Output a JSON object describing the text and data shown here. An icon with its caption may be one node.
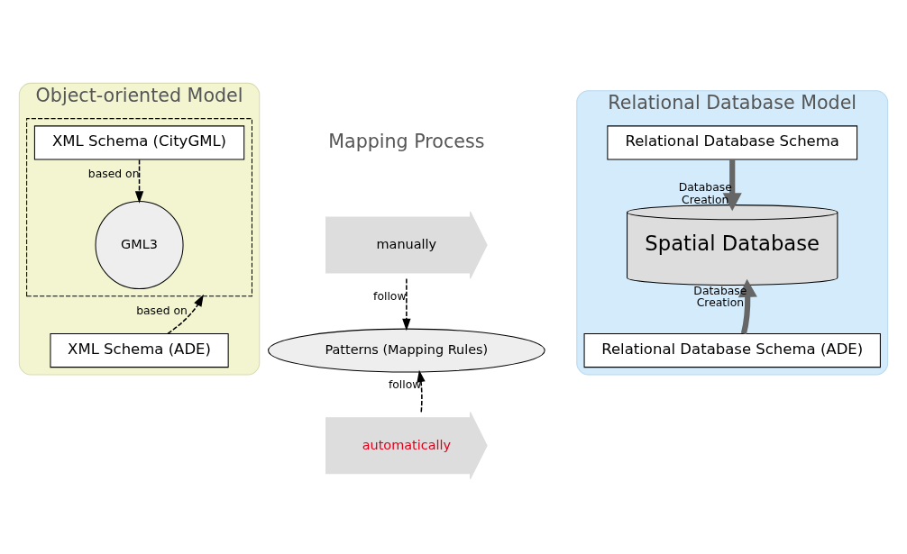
{
  "diagram": {
    "nodes": [
      {
        "text": [
          "Object-oriented Model"
        ]
      },
      {
        "text": [],
        "shape": "box",
        "in": 0
      },
      {
        "text": [
          "XML Schema (CityGML)"
        ],
        "in": 1
      },
      {
        "text": [
          "GML3"
        ],
        "in": 1
      },
      {
        "text": [
          "XML Schema (ADE)"
        ],
        "in": 0
      },
      {
        "text": [
          "manually"
        ]
      },
      {
        "text": [
          "Patterns (Mapping Rules)"
        ]
      },
      {
        "text": [
          "automatically"
        ]
      },
      {
        "text": [
          "Relational Database Model"
        ]
      },
      {
        "text": [
          "Relational Database Schema"
        ],
        "in": 8
      },
      {
        "text": [
          "Spatial Database"
        ],
        "in": 8
      },
      {
        "text": [
          "Relational Database Schema (ADE)"
        ],
        "in": 8
      }
    ],
    "edges": [
      {
        "from": 2,
        "to": 3,
        "arrow": "to",
        "label": "based on",
        "style": "dashed"
      },
      {
        "from": 4,
        "to": 1,
        "arrow": "to",
        "label": "based on",
        "style": "dashed"
      },
      {
        "from": 5,
        "to": 6,
        "arrow": "to",
        "label": "follow",
        "style": "dashed"
      },
      {
        "from": 7,
        "to": 6,
        "arrow": "to",
        "label": "follow",
        "style": "dashed"
      },
      {
        "from": 9,
        "to": 10,
        "arrow": "to",
        "label": "Database Creation",
        "style": "thick",
        "color": "#666666"
      },
      {
        "from": 11,
        "to": 10,
        "arrow": "to",
        "label": "Database Creation",
        "style": "thick",
        "color": "#666666"
      }
    ],
    "labels": [
      "Mapping Process"
    ]
  }
}
